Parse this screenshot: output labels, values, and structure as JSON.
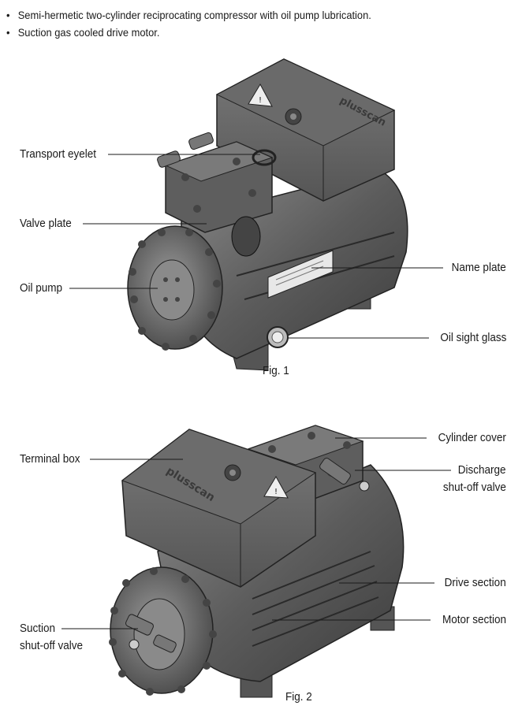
{
  "bullets": [
    "Semi-hermetic two-cylinder reciprocating compressor with oil pump lubrication.",
    "Suction gas cooled drive motor."
  ],
  "figure1": {
    "caption": "Fig. 1",
    "labels": {
      "transport_eyelet": "Transport eyelet",
      "valve_plate": "Valve plate",
      "oil_pump": "Oil pump",
      "name_plate": "Name plate",
      "oil_sight_glass": "Oil sight glass"
    },
    "brand_text": "plusscan"
  },
  "figure2": {
    "caption": "Fig. 2",
    "labels": {
      "terminal_box": "Terminal box",
      "cylinder_cover": "Cylinder cover",
      "discharge_line1": "Discharge",
      "discharge_line2": "shut-off valve",
      "drive_section": "Drive section",
      "motor_section": "Motor section",
      "suction_line1": "Suction",
      "suction_line2": "shut-off valve"
    },
    "brand_text": "plusscan"
  },
  "colors": {
    "metal_dark": "#4a4a4a",
    "metal_mid": "#6e6e6e",
    "metal_light": "#9a9a9a",
    "leader": "#1a1a1a"
  }
}
